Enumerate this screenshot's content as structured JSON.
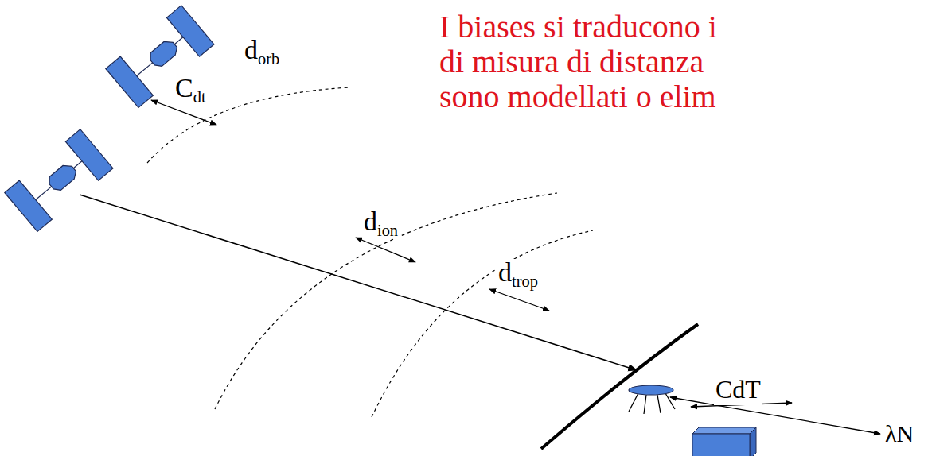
{
  "diagram": {
    "labels": [
      "I biases si traducono i",
      "di misura di distanza",
      "sono modellati o elim",
      "dorb",
      "Cdt",
      "dion",
      "dtrop",
      "CdT",
      "λN"
    ]
  }
}
